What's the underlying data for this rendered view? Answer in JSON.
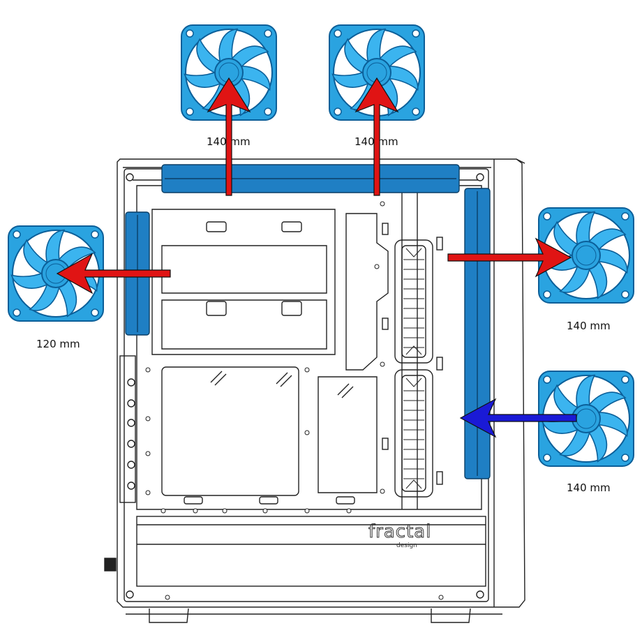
{
  "colors": {
    "fan_fill": "#2aa3e0",
    "fan_stroke": "#0b5f99",
    "fan_blade": "#3bb4ef",
    "mount_fill": "#1f7fc4",
    "exhaust_arrow": "#e01414",
    "intake_arrow": "#1a1ad6",
    "case_line": "#222222"
  },
  "fans": {
    "top_left": {
      "label": "140 mm",
      "airflow": "exhaust"
    },
    "top_right": {
      "label": "140 mm",
      "airflow": "exhaust"
    },
    "rear": {
      "label": "120 mm",
      "airflow": "exhaust"
    },
    "front_upper": {
      "label": "140 mm",
      "airflow": "exhaust"
    },
    "front_lower": {
      "label": "140 mm",
      "airflow": "intake"
    }
  },
  "brand": {
    "name": "fractal",
    "sub": "design"
  },
  "icons": [
    "fan-icon",
    "arrow-icon"
  ]
}
